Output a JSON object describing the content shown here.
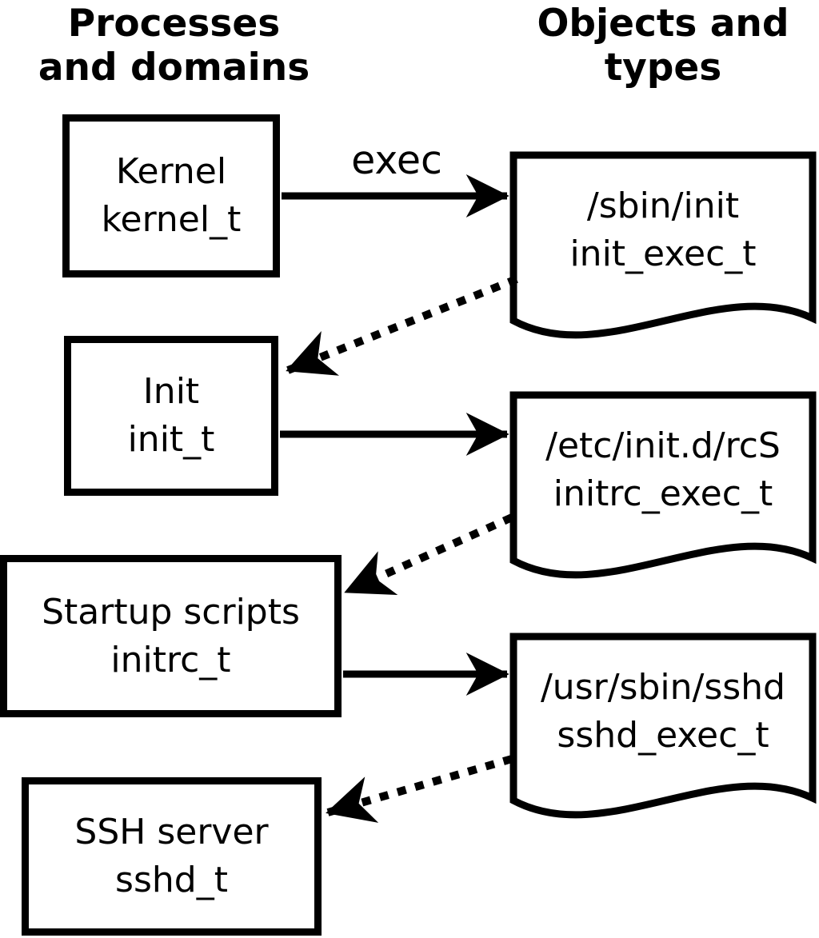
{
  "diagram": {
    "columns": {
      "left_title_line1": "Processes",
      "left_title_line2": "and domains",
      "right_title_line1": "Objects and",
      "right_title_line2": "types"
    },
    "processes": [
      {
        "name": "Kernel",
        "domain": "kernel_t"
      },
      {
        "name": "Init",
        "domain": "init_t"
      },
      {
        "name": "Startup scripts",
        "domain": "initrc_t"
      },
      {
        "name": "SSH server",
        "domain": "sshd_t"
      }
    ],
    "objects": [
      {
        "path": "/sbin/init",
        "type": "init_exec_t"
      },
      {
        "path": "/etc/init.d/rcS",
        "type": "initrc_exec_t"
      },
      {
        "path": "/usr/sbin/sshd",
        "type": "sshd_exec_t"
      }
    ],
    "arrows": {
      "exec_label": "exec"
    },
    "colors": {
      "ink": "#000000",
      "background": "#ffffff"
    }
  }
}
